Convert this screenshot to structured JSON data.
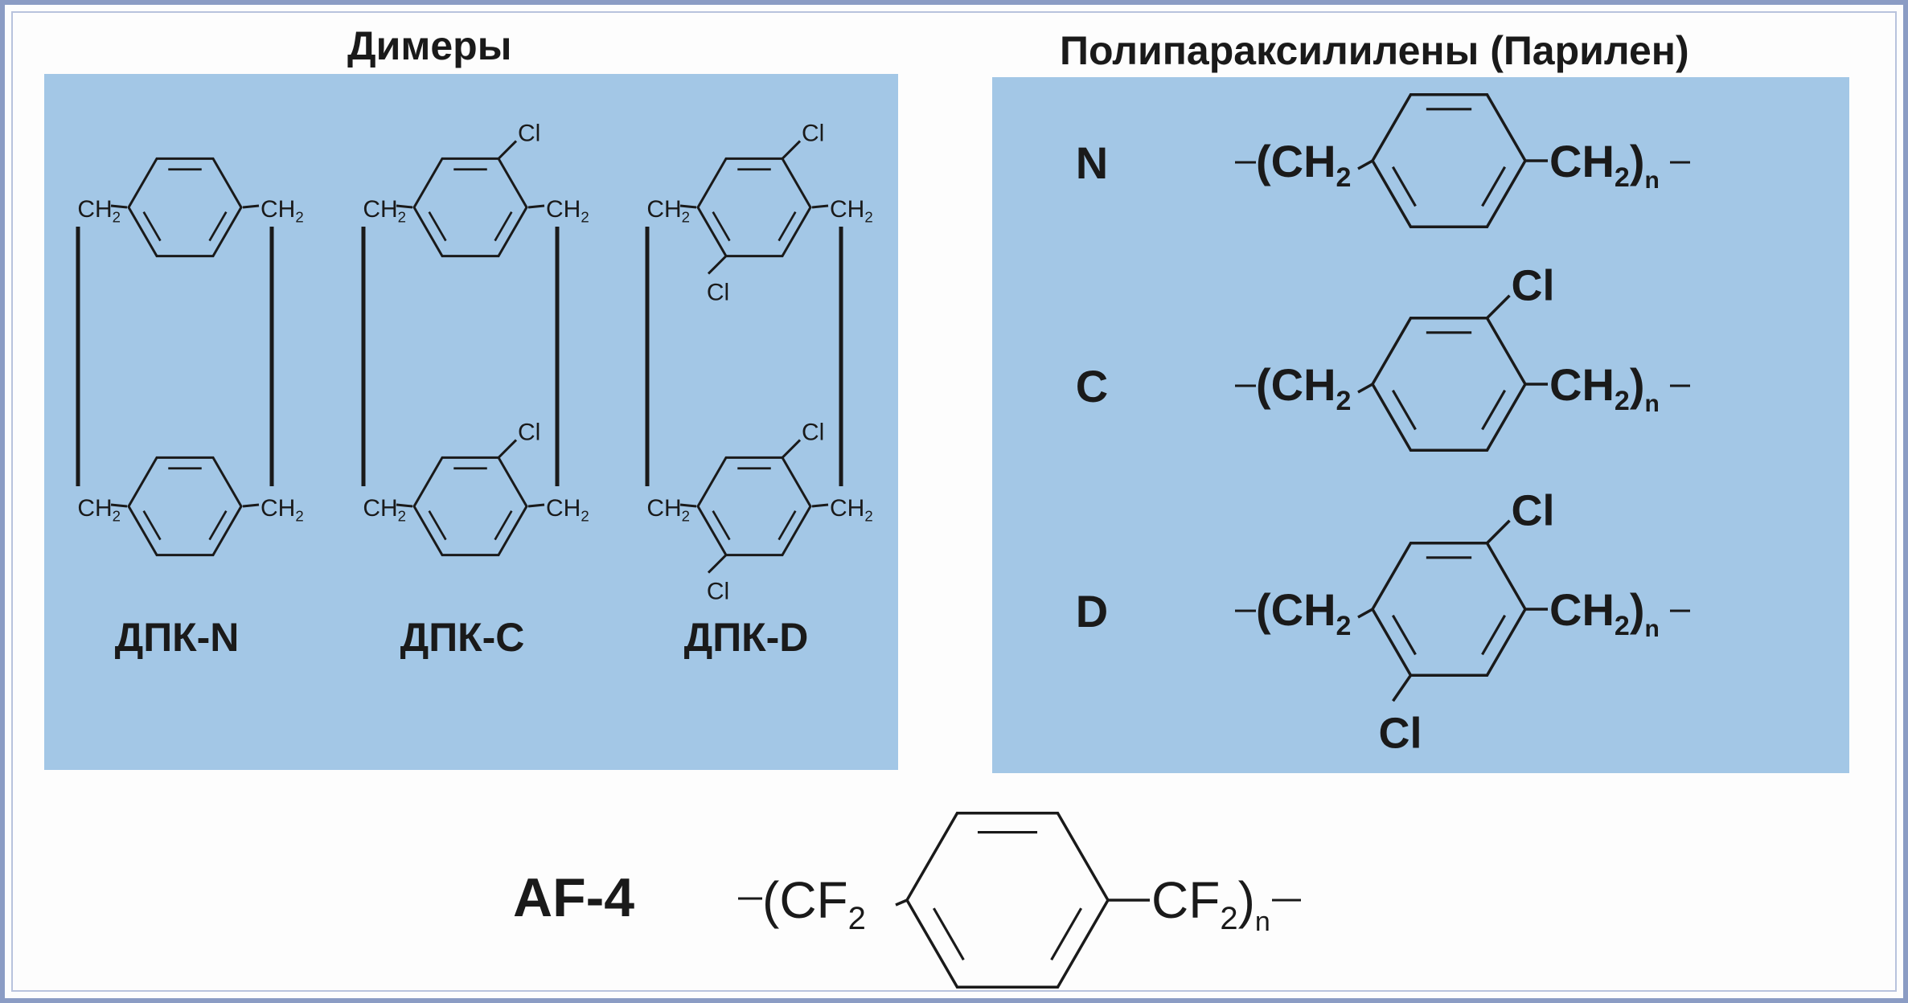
{
  "dimers": {
    "title": "Димеры",
    "labels": [
      "ДПК-N",
      "ДПК-C",
      "ДПК-D"
    ]
  },
  "polymers": {
    "title": "Полипараксилилены (Парилен)",
    "rows": [
      "N",
      "C",
      "D"
    ]
  },
  "af4": {
    "label": "AF-4"
  },
  "atoms": {
    "ch2": "CH",
    "cl": "Cl",
    "cf": "CF",
    "sub2": "2",
    "subn": "n",
    "open": "(",
    "close": ")"
  },
  "colors": {
    "panel": "#a3c7e6",
    "ink": "#1a1a1a",
    "frame": "#8b9cc4"
  }
}
